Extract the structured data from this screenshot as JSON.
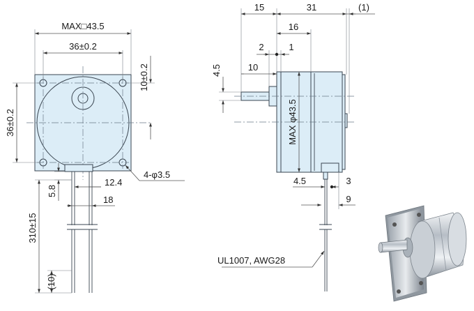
{
  "front_view": {
    "dims": {
      "max_width": "MAX□43.5",
      "pitch_h": "36±0.2",
      "pitch_v": "36±0.2",
      "hole_offset": "10±0.2",
      "holes": "4-φ3.5",
      "lead_span_in": "12.4",
      "lead_span_out": "18",
      "lead_exit": "5.8",
      "lead_length": "310±15",
      "strip_length": "(10)"
    }
  },
  "side_view": {
    "dims": {
      "shaft_total": "15",
      "body_length": "31",
      "rear_cap": "(1)",
      "body_to_shaft": "16",
      "boss_a": "2",
      "boss_b": "1",
      "shaft_dia": "4.5",
      "shaft_flat": "10",
      "body_dia": "MAX φ43.5",
      "lead_pos": "4.5",
      "lead_gap": "3",
      "lead_depth": "9"
    },
    "wire_spec": "UL1007, AWG28"
  },
  "colors": {
    "part_fill": "#dcedf7",
    "outline": "#3a4550",
    "dimension": "#555555"
  }
}
